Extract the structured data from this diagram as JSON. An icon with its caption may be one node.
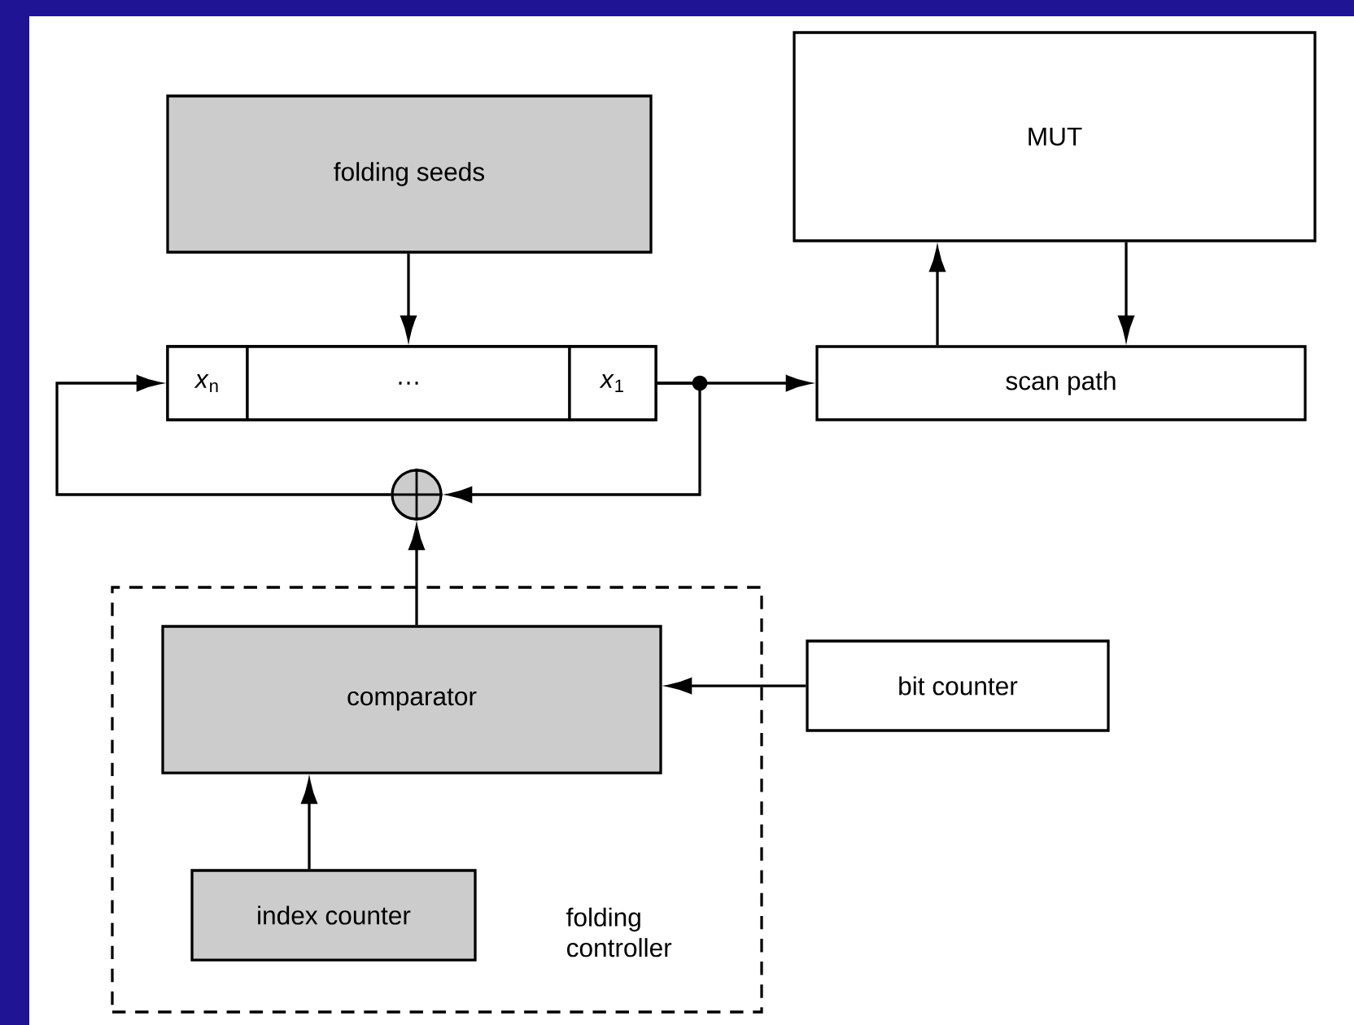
{
  "diagram": {
    "nodes": [
      {
        "text": [
          "folding seeds"
        ]
      },
      {
        "text": [
          "MUT"
        ]
      },
      {
        "text": [],
        "shape": "box"
      },
      {
        "text": [
          "*x*$_{n}$"
        ],
        "in": 2
      },
      {
        "text": [
          "…"
        ],
        "in": 2
      },
      {
        "text": [
          "*x*$_{1}$"
        ],
        "in": 2
      },
      {
        "text": [
          "scan path"
        ]
      },
      {
        "text": [],
        "shape": "circle"
      },
      {
        "text": [
          "folding controller"
        ]
      },
      {
        "text": [
          "comparator"
        ],
        "in": 8
      },
      {
        "text": [
          "index counter"
        ],
        "in": 8
      },
      {
        "text": [
          "bit counter"
        ]
      }
    ],
    "edges": [
      {
        "from": 0,
        "to": 4,
        "arrow": "to"
      },
      {
        "from": 5,
        "to": 6,
        "arrow": "to"
      },
      {
        "from": 5,
        "to": 7,
        "arrow": "to"
      },
      {
        "from": 7,
        "to": 3,
        "arrow": "to"
      },
      {
        "from": 6,
        "to": 1,
        "arrow": "to"
      },
      {
        "from": 1,
        "to": 6,
        "arrow": "to"
      },
      {
        "from": 9,
        "to": 7,
        "arrow": "to"
      },
      {
        "from": 10,
        "to": 9,
        "arrow": "to"
      },
      {
        "from": 11,
        "to": 9,
        "arrow": "to"
      }
    ]
  }
}
